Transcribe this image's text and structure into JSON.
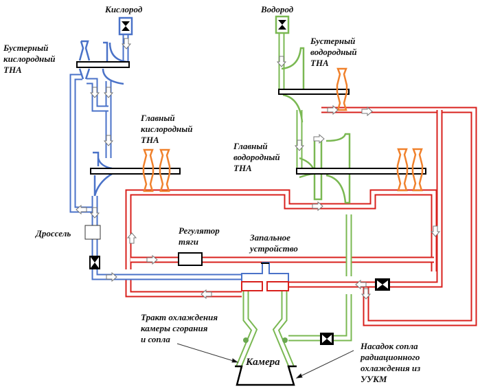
{
  "colors": {
    "oxygen": "#4a72c8",
    "hydrogen": "#7ab852",
    "gas": "#d8201c",
    "turbine": "#f0812c",
    "valve": "#000000"
  },
  "labels": {
    "oxygen": "Кислород",
    "hydrogen": "Водород",
    "booster_oxygen_tpu": "Бустерный\nкислородный\nТНА",
    "main_oxygen_tpu": "Главный\nкислородный\nТНА",
    "booster_hydrogen_tpu": "Бустерный\nводородный\nТНА",
    "main_hydrogen_tpu": "Главный\nводородный\nТНА",
    "throttle": "Дроссель",
    "thrust_regulator": "Регулятор\nтяги",
    "igniter": "Запальное\nустройство",
    "cooling_path": "Тракт охлаждения\nкамеры сгорания\nи сопла",
    "chamber": "Камера",
    "nozzle_extension": "Насадок сопла\nрадиационного\nохлаждения из\nУУКМ"
  }
}
